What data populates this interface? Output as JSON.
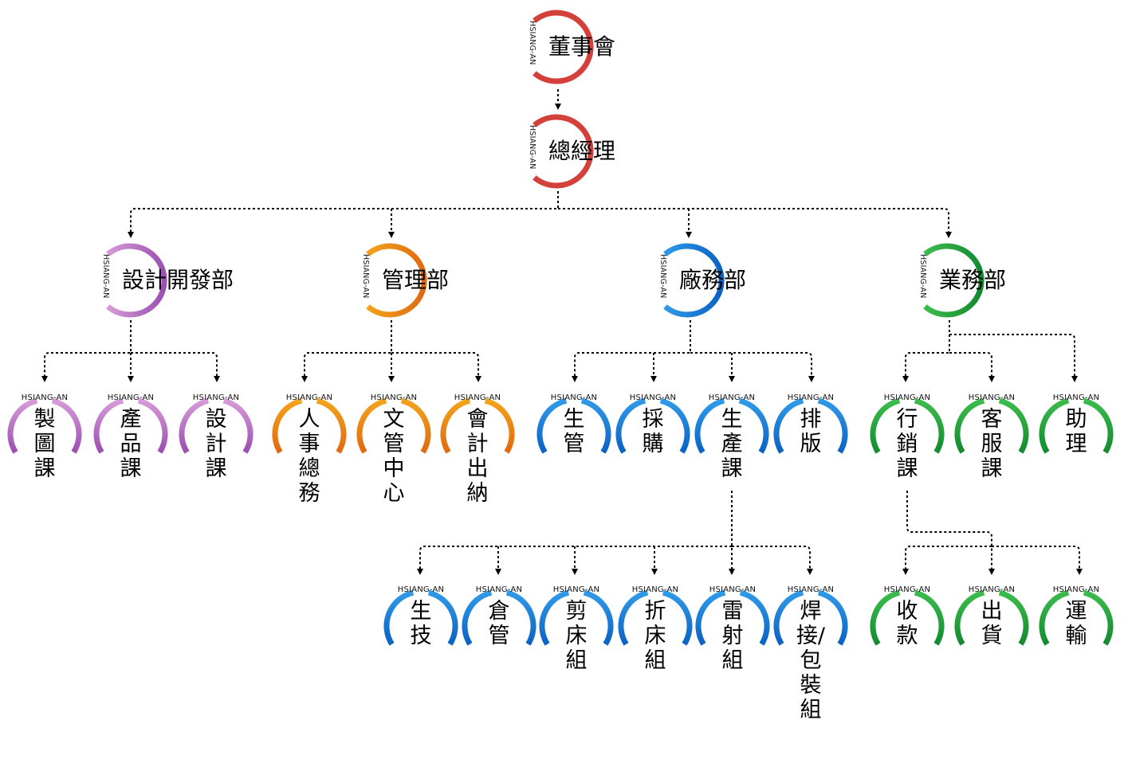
{
  "brand": "HSIANG-AN",
  "colors": {
    "red": "#d4403a",
    "purple": "#9b4fb0",
    "purple_light": "#d79ad8",
    "orange": "#e06a10",
    "orange_light": "#f2a31c",
    "blue": "#0b62c4",
    "blue_light": "#2f9ae8",
    "green": "#138a30",
    "green_light": "#3cbc4c",
    "connector": "#000000"
  },
  "nodes": {
    "board": "董事會",
    "gm": "總經理",
    "design_dept": "設計開發部",
    "admin_dept": "管理部",
    "factory_dept": "廠務部",
    "sales_dept": "業務部",
    "drawing": "製圖課",
    "product": "產品課",
    "design_sec": "設計課",
    "hr": "人事總務",
    "docs": "文管中心",
    "accounting": "會計出納",
    "prod_mgmt": "生管",
    "purchasing": "採購",
    "production": "生產課",
    "layout": "排版",
    "marketing": "行銷課",
    "service": "客服課",
    "assistant": "助理",
    "prod_tech": "生技",
    "warehouse": "倉管",
    "shearing": "剪床組",
    "bending": "折床組",
    "laser": "雷射組",
    "welding": "焊接/包裝組",
    "collection": "收款",
    "shipping": "出貨",
    "transport": "運輸"
  }
}
